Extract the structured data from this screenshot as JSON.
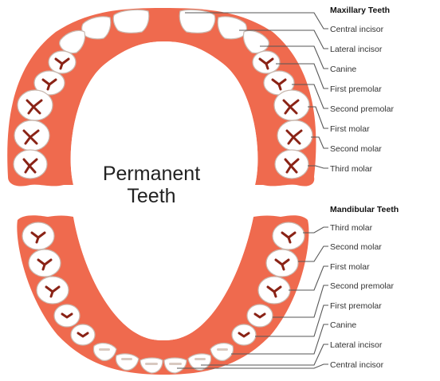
{
  "title": {
    "line1": "Permanent",
    "line2": "Teeth"
  },
  "maxillary": {
    "heading": "Maxillary Teeth",
    "labels": [
      "Central incisor",
      "Lateral incisor",
      "Canine",
      "First premolar",
      "Second premolar",
      "First molar",
      "Second molar",
      "Third molar"
    ]
  },
  "mandibular": {
    "heading": "Mandibular Teeth",
    "labels": [
      "Third molar",
      "Second molar",
      "First molar",
      "Second premolar",
      "First premolar",
      "Canine",
      "Lateral incisor",
      "Central incisor"
    ]
  },
  "colors": {
    "gum": "#ef6a4e",
    "groove": "#8a2316",
    "tooth": "#ffffff"
  }
}
